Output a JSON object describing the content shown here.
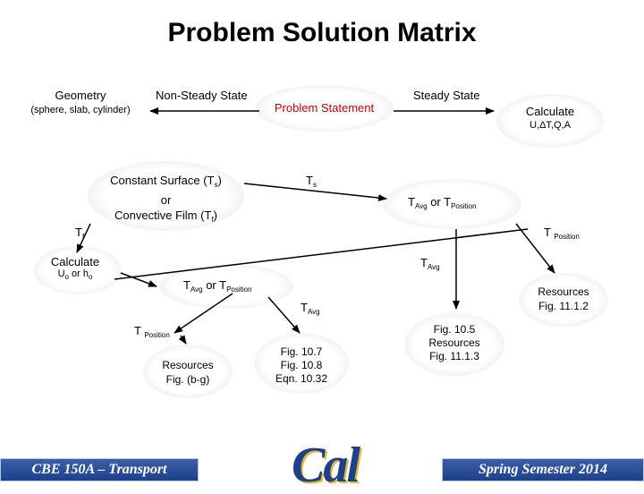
{
  "title": "Problem Solution Matrix",
  "nodes": {
    "geometry": "Geometry",
    "geometry_sub": "(sphere, slab, cylinder)",
    "non_steady": "Non-Steady State",
    "problem_statement": "Problem Statement",
    "steady": "Steady State",
    "calculate_top": "Calculate",
    "calculate_top_sub": "U,ΔT,Q,A",
    "cs_line1": "Constant Surface (T",
    "cs_line1_sub": "s",
    "cs_line1_end": ")",
    "cs_line2": "or",
    "cs_line3": "Convective Film (T",
    "cs_line3_sub": "f",
    "cs_line3_end": ")",
    "ts": "T",
    "ts_sub": "s",
    "tavg_tpos_right": "T",
    "tavg_tpos_right_sub1": "Avg",
    "tavg_tpos_right_mid": " or T",
    "tavg_tpos_right_sub2": "Position",
    "tf": "T",
    "tf_sub": "f",
    "tpos_right": "T",
    "tpos_right_sub": "Position",
    "calculate_left": "Calculate",
    "calculate_left_sub_a": "U",
    "calculate_left_sub_a_sub": "o",
    "calculate_left_sub_mid": " or h",
    "calculate_left_sub_b_sub": "o",
    "tavg_mid_right": "T",
    "tavg_mid_right_sub": "Avg",
    "tavg_tpos_mid": "T",
    "tavg_tpos_mid_sub1": "Avg",
    "tavg_tpos_mid_mid": " or T",
    "tavg_tpos_mid_sub2": "Position",
    "resources_right_1": "Resources",
    "resources_right_2": "Fig. 11.1.2",
    "tavg_center": "T",
    "tavg_center_sub": "Avg",
    "tpos_left": "T",
    "tpos_left_sub": "Position",
    "fig105_1": "Fig. 10.5",
    "fig105_2": "Resources",
    "fig105_3": "Fig. 11.1.3",
    "fig107_1": "Fig. 10.7",
    "fig107_2": "Fig. 10.8",
    "fig107_3": "Eqn. 10.32",
    "resources_left_1": "Resources",
    "resources_left_2": "Fig. (b-g)"
  },
  "footer": {
    "left": "CBE 150A – Transport",
    "right": "Spring Semester 2014",
    "logo": "Cal"
  },
  "colors": {
    "accent_red": "#c00000",
    "footer_blue": "#1e3f8a",
    "logo_gold": "#e0b93a"
  }
}
